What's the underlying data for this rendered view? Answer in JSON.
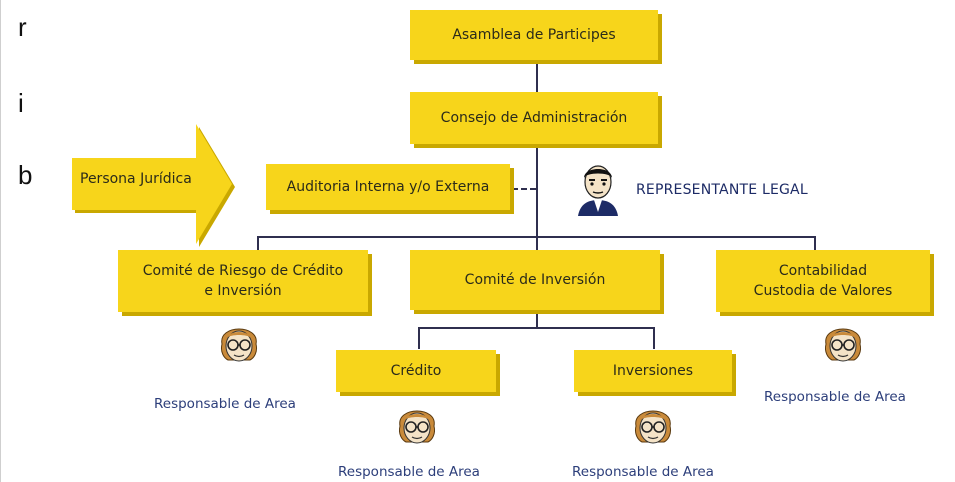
{
  "side_letters": [
    "r",
    "i",
    "b"
  ],
  "nodes": {
    "asamblea": "Asamblea de Participes",
    "consejo": "Consejo de Administración",
    "auditoria": "Auditoria Interna y/o Externa",
    "comite_riesgo": [
      "Comité de Riesgo de Crédito",
      "e Inversión"
    ],
    "comite_inversion": "Comité de Inversión",
    "contabilidad": [
      "Contabilidad",
      "Custodia de Valores"
    ],
    "credito": "Crédito",
    "inversiones": "Inversiones"
  },
  "arrow_label": "Persona Jurídica",
  "representante": "REPRESENTANTE LEGAL",
  "responsables": [
    "Responsable de Area",
    "Responsable de Area",
    "Responsable de Area",
    "Responsable de Area"
  ],
  "colors": {
    "box_fill": "#f7d51b",
    "box_shadow": "#c9a800",
    "connector": "#2f2f4f",
    "role_text": "#2c3e7a"
  },
  "icons": [
    "businessman-face-icon",
    "woman-face-icon"
  ]
}
